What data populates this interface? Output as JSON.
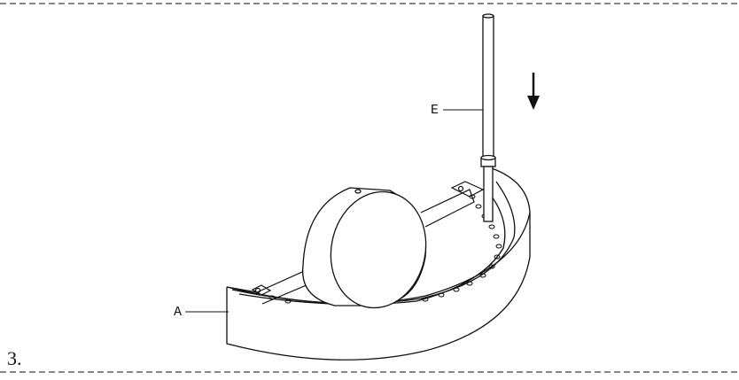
{
  "step": {
    "number": "3."
  },
  "callouts": {
    "a": "A",
    "e": "E"
  },
  "arrow": {
    "direction": "down"
  },
  "colors": {
    "line": "#111111",
    "background": "#ffffff"
  }
}
